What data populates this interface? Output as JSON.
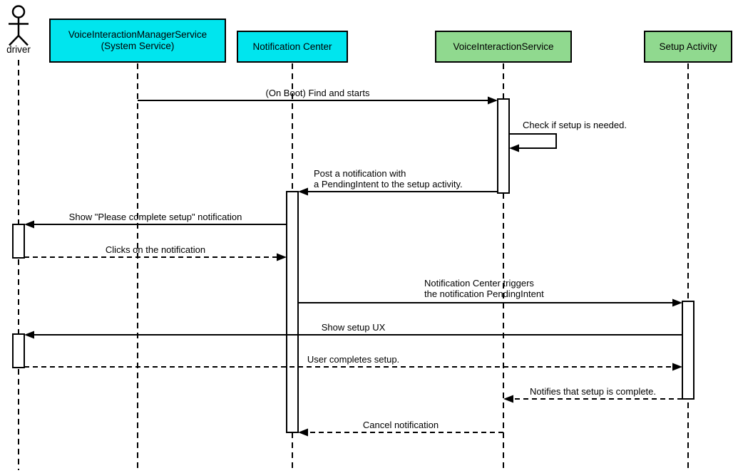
{
  "colors": {
    "system_box_fill": "#00E5EE",
    "app_box_fill": "#90D98F",
    "stroke": "#000000",
    "background": "#FFFFFF"
  },
  "actor": {
    "label": "driver"
  },
  "participants": [
    {
      "id": "VoiceInteractionManagerService",
      "line1": "VoiceInteractionManagerService",
      "line2": "(System Service)",
      "color_key": "system_box_fill"
    },
    {
      "id": "NotificationCenter",
      "label": "Notification Center",
      "color_key": "system_box_fill"
    },
    {
      "id": "VoiceInteractionService",
      "label": "VoiceInteractionService",
      "color_key": "app_box_fill"
    },
    {
      "id": "SetupActivity",
      "label": "Setup Activity",
      "color_key": "app_box_fill"
    }
  ],
  "messages": [
    {
      "from": "VoiceInteractionManagerService",
      "to": "VoiceInteractionService",
      "label": "(On Boot) Find and starts",
      "style": "solid"
    },
    {
      "from": "VoiceInteractionService",
      "to": "VoiceInteractionService",
      "label": "Check if setup is needed.",
      "style": "self"
    },
    {
      "from": "VoiceInteractionService",
      "to": "NotificationCenter",
      "line1": "Post a notification with",
      "line2": "a PendingIntent to the setup activity.",
      "style": "solid"
    },
    {
      "from": "NotificationCenter",
      "to": "driver",
      "label": "Show \"Please complete setup\" notification",
      "style": "solid"
    },
    {
      "from": "driver",
      "to": "NotificationCenter",
      "label": "Clicks on the notification",
      "style": "dashed"
    },
    {
      "from": "NotificationCenter",
      "to": "SetupActivity",
      "line1": "Notification Center triggers",
      "line2": "the notification PendingIntent",
      "style": "solid"
    },
    {
      "from": "SetupActivity",
      "to": "driver",
      "label": "Show setup UX",
      "style": "solid"
    },
    {
      "from": "driver",
      "to": "SetupActivity",
      "label": "User completes setup.",
      "style": "dashed"
    },
    {
      "from": "SetupActivity",
      "to": "VoiceInteractionService",
      "label": "Notifies that setup is complete.",
      "style": "dashed"
    },
    {
      "from": "VoiceInteractionService",
      "to": "NotificationCenter",
      "label": "Cancel notification",
      "style": "dashed"
    }
  ]
}
